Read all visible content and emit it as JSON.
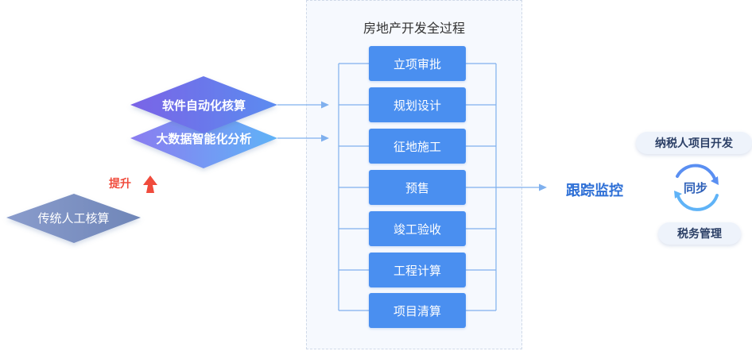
{
  "panel_title": "房地产开发全过程",
  "steps": [
    "立项审批",
    "规划设计",
    "征地施工",
    "预售",
    "竣工验收",
    "工程计算",
    "项目清算"
  ],
  "diamonds": {
    "software": "软件自动化核算",
    "bigdata": "大数据智能化分析",
    "traditional": "传统人工核算"
  },
  "lift_label": "提升",
  "track_label": "跟踪监控",
  "cycle": {
    "top": "纳税人项目开发",
    "center": "同步",
    "bottom": "税务管理"
  },
  "colors": {
    "step_blue": "#4a8ff0",
    "diamond_purple": "#6f6ce6",
    "diamond_blue": "#5aa9f5",
    "diamond_gray": "#7e93bd",
    "accent_red": "#f04b3c",
    "track_blue": "#2d6fd6"
  }
}
